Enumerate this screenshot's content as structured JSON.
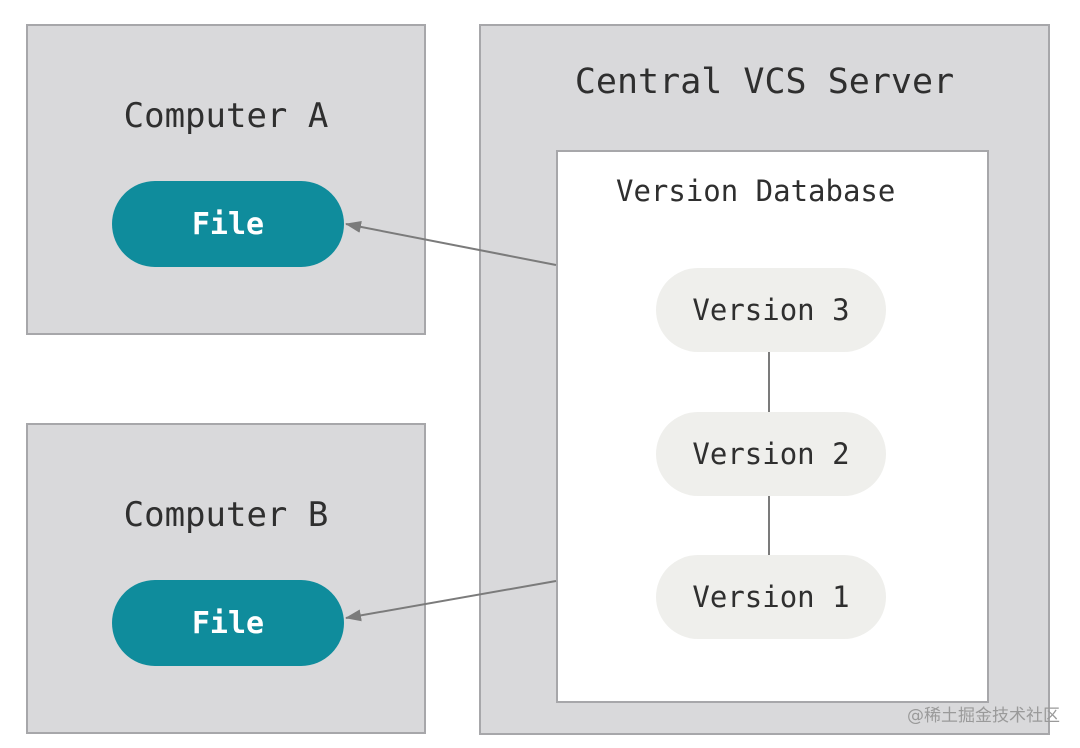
{
  "diagram": {
    "computer_a": {
      "label": "Computer A",
      "file_label": "File"
    },
    "computer_b": {
      "label": "Computer B",
      "file_label": "File"
    },
    "server": {
      "label": "Central VCS Server",
      "database": {
        "label": "Version Database",
        "versions": [
          "Version 3",
          "Version 2",
          "Version 1"
        ]
      }
    }
  },
  "watermark": "@稀土掘金技术社区",
  "colors": {
    "box_fill": "#d9d9db",
    "box_border": "#a7a7aa",
    "file_fill": "#0f8c9c",
    "version_fill": "#efefec",
    "arrow": "#7b7b7b"
  }
}
